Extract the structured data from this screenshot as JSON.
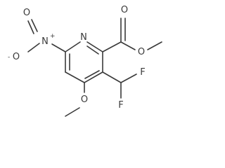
{
  "molecule": {
    "atoms": {
      "ring_n": "N",
      "nitro_n": "N",
      "nitro_o_top": "O",
      "nitro_o_bottom": "O",
      "ester_o_carbonyl": "O",
      "ester_o_ether": "O",
      "methoxy_o": "O",
      "f_top": "F",
      "f_bottom": "F"
    },
    "charges": {
      "nitro_n": "+",
      "nitro_o_bottom": "-"
    }
  }
}
